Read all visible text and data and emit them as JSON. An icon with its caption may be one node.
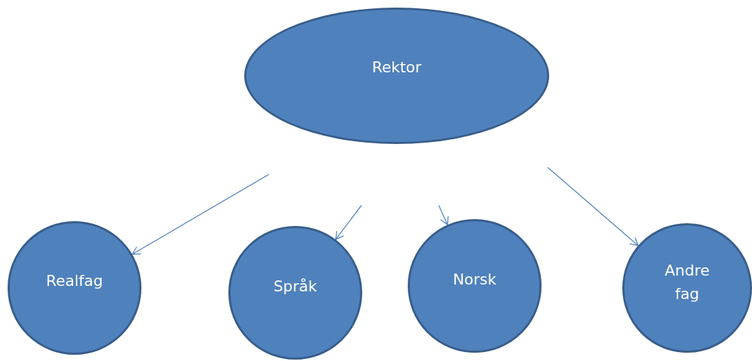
{
  "diagram": {
    "nodes": [
      {
        "text": [
          "Rektor"
        ]
      },
      {
        "text": [
          "Realfag"
        ]
      },
      {
        "text": [
          "Språk"
        ]
      },
      {
        "text": [
          "Norsk"
        ]
      },
      {
        "text": [
          "Andre fag"
        ]
      }
    ],
    "edges": [
      {
        "from": null,
        "to": 1,
        "arrow": "to"
      },
      {
        "from": null,
        "to": 2,
        "arrow": "to"
      },
      {
        "from": null,
        "to": 3,
        "arrow": "to"
      },
      {
        "from": null,
        "to": 4,
        "arrow": "to"
      }
    ]
  }
}
